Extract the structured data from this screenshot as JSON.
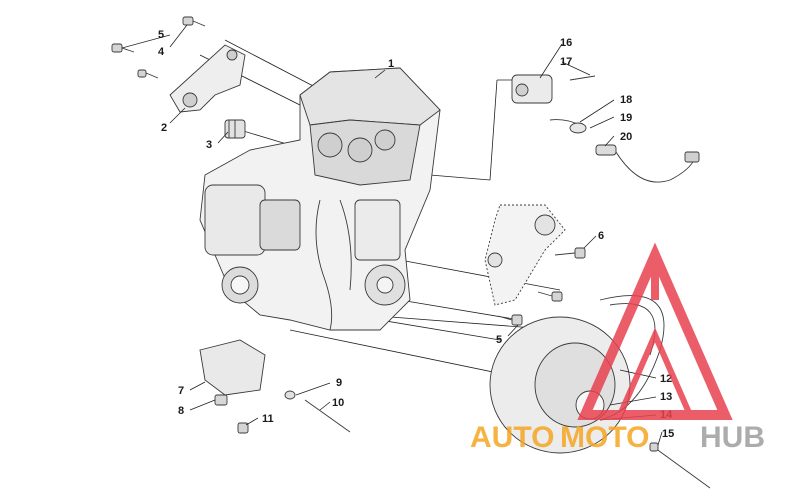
{
  "diagram": {
    "callouts": [
      {
        "id": "c1",
        "label": "1"
      },
      {
        "id": "c2",
        "label": "2"
      },
      {
        "id": "c3",
        "label": "3"
      },
      {
        "id": "c4",
        "label": "4"
      },
      {
        "id": "c5a",
        "label": "5"
      },
      {
        "id": "c5b",
        "label": "5"
      },
      {
        "id": "c6",
        "label": "6"
      },
      {
        "id": "c7",
        "label": "7"
      },
      {
        "id": "c8",
        "label": "8"
      },
      {
        "id": "c9",
        "label": "9"
      },
      {
        "id": "c10",
        "label": "10"
      },
      {
        "id": "c11",
        "label": "11"
      },
      {
        "id": "c12",
        "label": "12"
      },
      {
        "id": "c13",
        "label": "13"
      },
      {
        "id": "c14",
        "label": "14"
      },
      {
        "id": "c15",
        "label": "15"
      },
      {
        "id": "c16",
        "label": "16"
      },
      {
        "id": "c17",
        "label": "17"
      },
      {
        "id": "c18",
        "label": "18"
      },
      {
        "id": "c19",
        "label": "19"
      },
      {
        "id": "c20",
        "label": "20"
      }
    ]
  },
  "watermark": {
    "text_auto": "AUTO",
    "text_moto": "MOTO",
    "text_hub": "HUB",
    "colors": {
      "triangle": "#e8414f",
      "auto": "#f5a623",
      "hub": "#9e9e9e"
    }
  }
}
